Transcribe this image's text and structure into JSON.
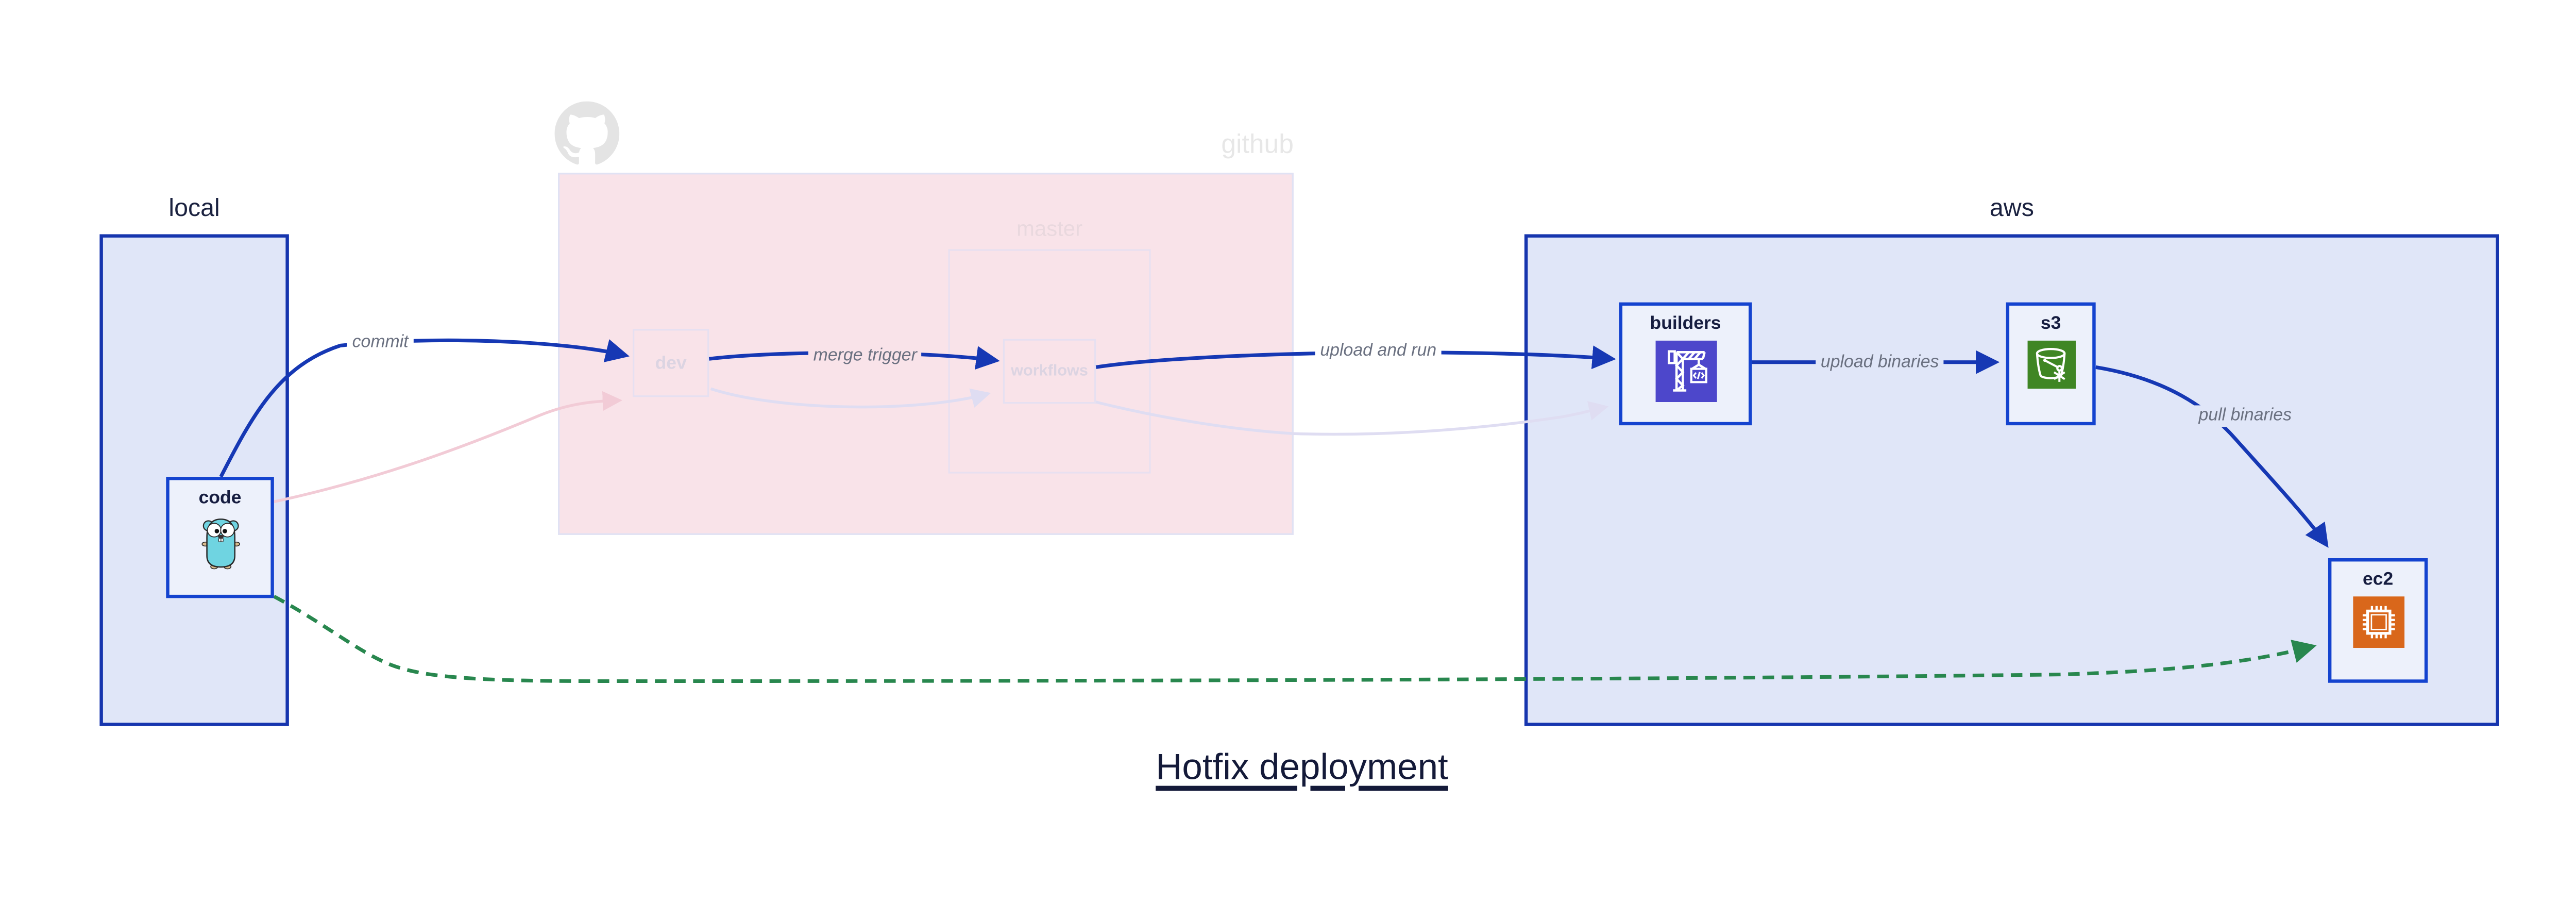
{
  "title": "Hotfix deployment",
  "groups": {
    "local": {
      "label": "local"
    },
    "github": {
      "label": "github",
      "master_label": "master"
    },
    "aws": {
      "label": "aws"
    }
  },
  "nodes": {
    "code": {
      "label": "code",
      "icon": "go-gopher-icon"
    },
    "dev": {
      "label": "dev",
      "state": "faded"
    },
    "workflows": {
      "label": "workflows",
      "state": "faded"
    },
    "builders": {
      "label": "builders",
      "icon": "codebuild-crane-icon"
    },
    "s3": {
      "label": "s3",
      "icon": "s3-glacier-bucket-icon"
    },
    "ec2": {
      "label": "ec2",
      "icon": "ec2-chip-icon"
    }
  },
  "edges": {
    "commit": {
      "label": "commit",
      "from": "code",
      "to": "dev",
      "style": "solid blue"
    },
    "merge_trigger": {
      "label": "merge trigger",
      "from": "dev",
      "to": "workflows",
      "style": "solid blue"
    },
    "upload_and_run": {
      "label": "upload and run",
      "from": "workflows",
      "to": "builders",
      "style": "solid blue"
    },
    "upload_binaries": {
      "label": "upload binaries",
      "from": "builders",
      "to": "s3",
      "style": "solid blue"
    },
    "pull_binaries": {
      "label": "pull binaries",
      "from": "s3",
      "to": "ec2",
      "style": "solid blue"
    },
    "hotfix_path": {
      "label": "",
      "from": "code",
      "to": "ec2",
      "style": "dashed green"
    },
    "faded_commit": {
      "label": "",
      "from": "code",
      "to": "dev",
      "style": "faded pink"
    },
    "faded_merge": {
      "label": "",
      "from": "dev",
      "to": "workflows",
      "style": "faded lavender"
    },
    "faded_upload": {
      "label": "",
      "from": "workflows",
      "to": "builders",
      "style": "faded lavender"
    }
  },
  "colors": {
    "edge_blue": "#1638b4",
    "group_border_blue": "#1635ae",
    "node_border_blue": "#1443cf",
    "group_fill_blue": "#e0e6f8",
    "node_fill": "#edf1fb",
    "github_fill_pink": "#f9e3e9",
    "faded_pink_edge": "#f2cbd6",
    "faded_lavender_edge": "#dfddf2",
    "hotfix_green": "#28874e",
    "codebuild_purple": "#4d47cb",
    "s3_green": "#3f8624",
    "ec2_orange": "#d9671b",
    "edge_label_gray": "#6a7080",
    "dark_text": "#161d40"
  }
}
